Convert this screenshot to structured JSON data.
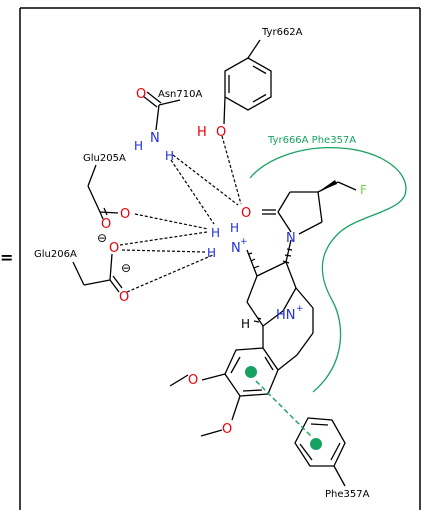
{
  "labels": {
    "tyr662": "Tyr662A",
    "asn710": "Asn710A",
    "glu205": "Glu205A",
    "tyr666_phe357": "Tyr666A Phe357A",
    "glu206": "Glu206A",
    "phe357": "Phe357A"
  },
  "atoms": {
    "O": "O",
    "N": "N",
    "H": "H",
    "F": "F",
    "HN": "HN",
    "plus": "+",
    "minus": "⊖",
    "eq": "="
  },
  "colors": {
    "oxygen": "#e8000b",
    "nitrogen": "#1f2fe0",
    "fluorine": "#6bd64b",
    "hydrophobic_contact": "#17a262",
    "bond": "#000000"
  }
}
